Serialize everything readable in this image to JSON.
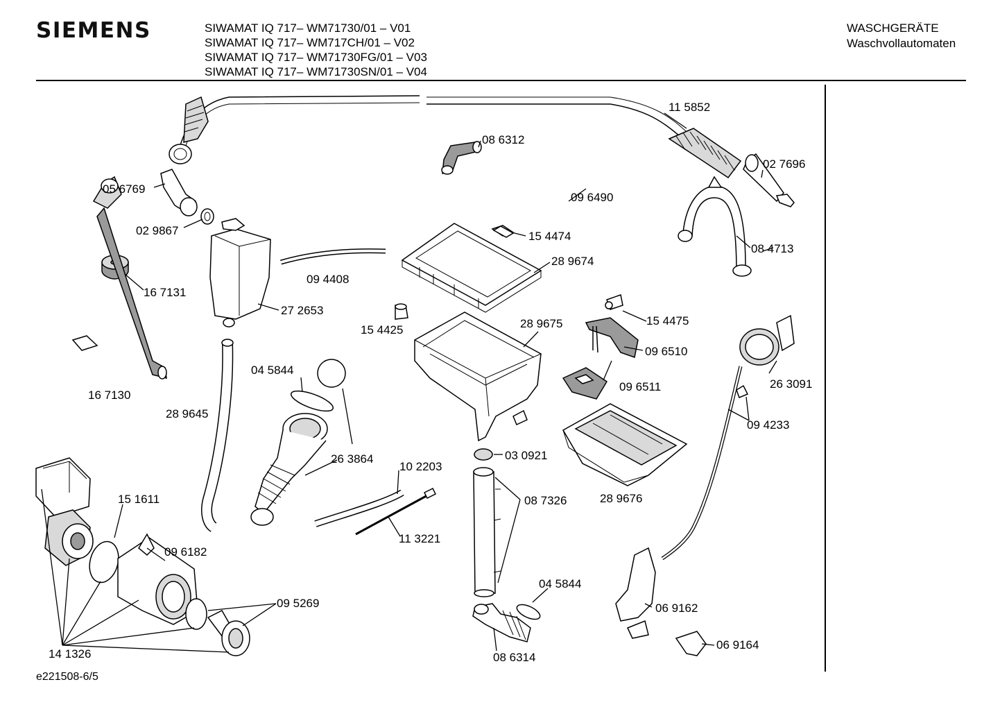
{
  "header": {
    "brand": "SIEMENS",
    "models": [
      "SIWAMAT IQ 717– WM71730/01 – V01",
      "SIWAMAT IQ 717– WM717CH/01 – V02",
      "SIWAMAT IQ 717– WM71730FG/01 – V03",
      "SIWAMAT IQ 717– WM71730SN/01 – V04"
    ],
    "category": "WASCHGERÄTE",
    "subcategory": "Waschvollautomaten"
  },
  "parts": {
    "p115852": "11 5852",
    "p086312": "08 6312",
    "p027696": "02 7696",
    "p056769": "05 6769",
    "p096490": "09 6490",
    "p029867": "02 9867",
    "p154474": "15 4474",
    "p084713": "08 4713",
    "p289674": "28 9674",
    "p094408": "09 4408",
    "p167131": "16 7131",
    "p272653": "27 2653",
    "p154425": "15 4425",
    "p289675": "28 9675",
    "p154475": "15 4475",
    "p096510": "09 6510",
    "p045844a": "04 5844",
    "p263091": "26 3091",
    "p096511": "09 6511",
    "p167130": "16 7130",
    "p289645": "28 9645",
    "p094233": "09 4233",
    "p263864": "26 3864",
    "p102203": "10 2203",
    "p030921": "03 0921",
    "p151611": "15 1611",
    "p087326": "08 7326",
    "p289676": "28 9676",
    "p113221": "11 3221",
    "p096182": "09 6182",
    "p045844b": "04 5844",
    "p095269": "09 5269",
    "p069162": "06 9162",
    "p069164": "06 9164",
    "p141326": "14 1326",
    "p086314": "08 6314"
  },
  "footer": {
    "drawing_id": "e221508-6/5"
  }
}
